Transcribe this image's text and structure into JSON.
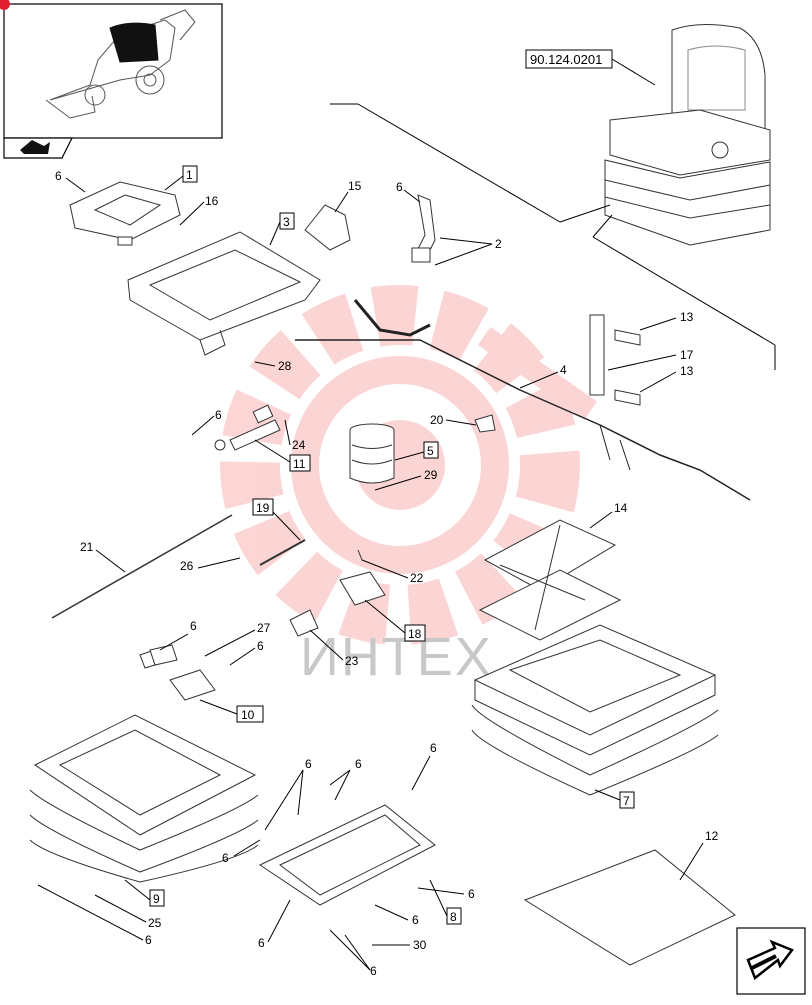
{
  "reference_code": "90.124.0201",
  "watermark": "ИНТЕХ",
  "callouts": {
    "c1": "1",
    "c2": "2",
    "c3": "3",
    "c4": "4",
    "c5": "5",
    "c7": "7",
    "c8": "8",
    "c9": "9",
    "c10": "10",
    "c11": "11",
    "c12": "12",
    "c13a": "13",
    "c13b": "13",
    "c14": "14",
    "c15": "15",
    "c16": "16",
    "c17": "17",
    "c18": "18",
    "c19": "19",
    "c20": "20",
    "c21": "21",
    "c22": "22",
    "c23": "23",
    "c24": "24",
    "c25": "25",
    "c26": "26",
    "c27": "27",
    "c28": "28",
    "c29": "29",
    "c30": "30",
    "c6_a": "6",
    "c6_b": "6",
    "c6_c": "6",
    "c6_d": "6",
    "c6_e": "6",
    "c6_f": "6",
    "c6_g": "6",
    "c6_h": "6",
    "c6_i": "6",
    "c6_j": "6",
    "c6_k": "6",
    "c6_l": "6",
    "c6_m": "6",
    "c6_n": "6",
    "c6_o": "6"
  },
  "colors": {
    "line": "#000000",
    "watermark": "#f04040",
    "page": "#ffffff"
  },
  "icons": {
    "thumbnail": "backhoe-loader-icon",
    "nav_back": "back-arrow-icon",
    "nav_next": "next-page-arrow-icon"
  }
}
